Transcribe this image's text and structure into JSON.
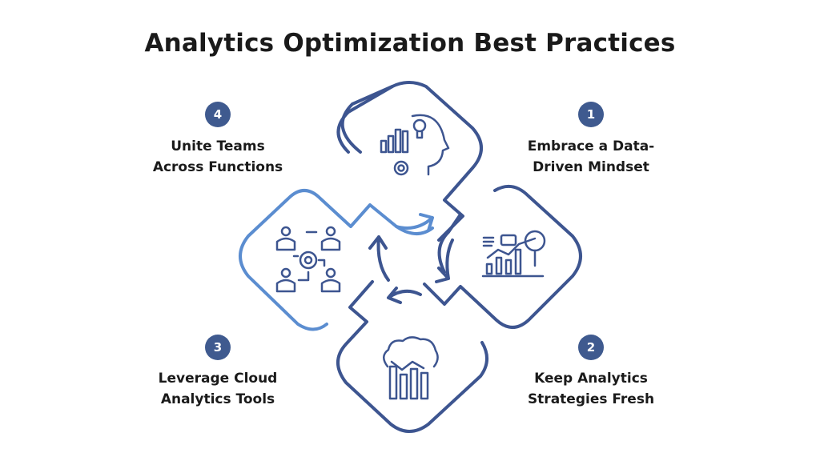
{
  "title": "Analytics Optimization Best Practices",
  "colors": {
    "dark": "#3d5590",
    "light": "#5b8dd0",
    "badge": "#3f5a8f"
  },
  "steps": [
    {
      "number": "1",
      "line1": "Embrace a Data-",
      "line2": "Driven Mindset",
      "icon": "head-lightbulb-gear-icon"
    },
    {
      "number": "2",
      "line1": "Keep Analytics",
      "line2": "Strategies Fresh",
      "icon": "chart-magnifier-icon"
    },
    {
      "number": "3",
      "line1": "Leverage Cloud",
      "line2": "Analytics Tools",
      "icon": "cloud-bar-chart-icon"
    },
    {
      "number": "4",
      "line1": "Unite Teams",
      "line2": "Across Functions",
      "icon": "team-network-gear-icon"
    }
  ]
}
